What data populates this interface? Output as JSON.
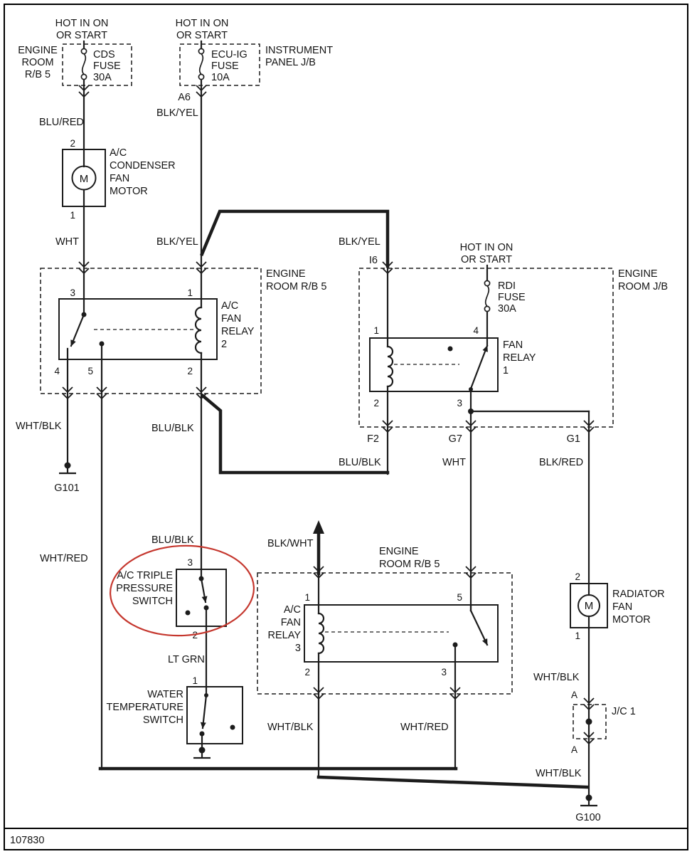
{
  "doc": {
    "number": "107830"
  },
  "cds": {
    "hot1": "HOT IN ON",
    "hot2": "OR START",
    "jb1": "ENGINE",
    "jb2": "ROOM",
    "jb3": "R/B 5",
    "name": "CDS",
    "type": "FUSE",
    "rating": "30A"
  },
  "ecuig": {
    "hot1": "HOT IN ON",
    "hot2": "OR START",
    "name": "ECU-IG",
    "type": "FUSE",
    "rating": "10A",
    "jb1": "INSTRUMENT",
    "jb2": "PANEL J/B",
    "pin": "A6"
  },
  "rdi": {
    "hot1": "HOT IN ON",
    "hot2": "OR START",
    "name": "RDI",
    "type": "FUSE",
    "rating": "30A"
  },
  "condenser": {
    "pin_top": "2",
    "pin_bottom": "1",
    "m": "M",
    "l1": "A/C",
    "l2": "CONDENSER",
    "l3": "FAN",
    "l4": "MOTOR"
  },
  "relay2_box": {
    "l1": "ENGINE",
    "l2": "ROOM R/B 5"
  },
  "relay2": {
    "l1": "A/C",
    "l2": "FAN",
    "l3": "RELAY",
    "l4": "2",
    "pt1": "3",
    "pt2": "1",
    "pb1": "4",
    "pb2": "5",
    "pb3": "2"
  },
  "jb": {
    "l1": "ENGINE",
    "l2": "ROOM J/B",
    "i6": "I6",
    "f2": "F2",
    "g7": "G7",
    "g1": "G1"
  },
  "relay1": {
    "l1": "FAN",
    "l2": "RELAY",
    "l3": "1",
    "pt1": "1",
    "pt2": "4",
    "pb1": "2",
    "pb2": "3"
  },
  "pressure": {
    "l1": "A/C TRIPLE",
    "l2": "PRESSURE",
    "l3": "SWITCH",
    "pin_top": "3",
    "pin_bottom": "2"
  },
  "water": {
    "l1": "WATER",
    "l2": "TEMPERATURE",
    "l3": "SWITCH",
    "pin_top": "1"
  },
  "relay3_box": {
    "l1": "ENGINE",
    "l2": "ROOM R/B 5"
  },
  "relay3": {
    "l1": "A/C",
    "l2": "FAN",
    "l3": "RELAY",
    "l4": "3",
    "pt1": "1",
    "pt2": "5",
    "pb1": "2",
    "pb2": "3"
  },
  "radiator": {
    "pin_top": "2",
    "pin_bottom": "1",
    "m": "M",
    "l1": "RADIATOR",
    "l2": "FAN",
    "l3": "MOTOR"
  },
  "jc1": {
    "label": "J/C 1",
    "pin_top": "A",
    "pin_bottom": "A"
  },
  "grounds": {
    "g101": "G101",
    "g100": "G100"
  },
  "wires": {
    "blu_red": "BLU/RED",
    "blk_yel_a": "BLK/YEL",
    "blk_yel_b": "BLK/YEL",
    "blk_yel_c": "BLK/YEL",
    "wht_a": "WHT",
    "wht_b": "WHT",
    "wht_blk_a": "WHT/BLK",
    "wht_blk_b": "WHT/BLK",
    "wht_blk_c": "WHT/BLK",
    "wht_blk_d": "WHT/BLK",
    "blu_blk_a": "BLU/BLK",
    "blu_blk_b": "BLU/BLK",
    "blu_blk_c": "BLU/BLK",
    "blk_red": "BLK/RED",
    "wht_red_a": "WHT/RED",
    "wht_red_b": "WHT/RED",
    "blk_wht": "BLK/WHT",
    "lt_grn": "LT GRN"
  },
  "colors": {
    "line": "#1c1c1c",
    "highlight": "#c5372e",
    "background": "#ffffff"
  }
}
